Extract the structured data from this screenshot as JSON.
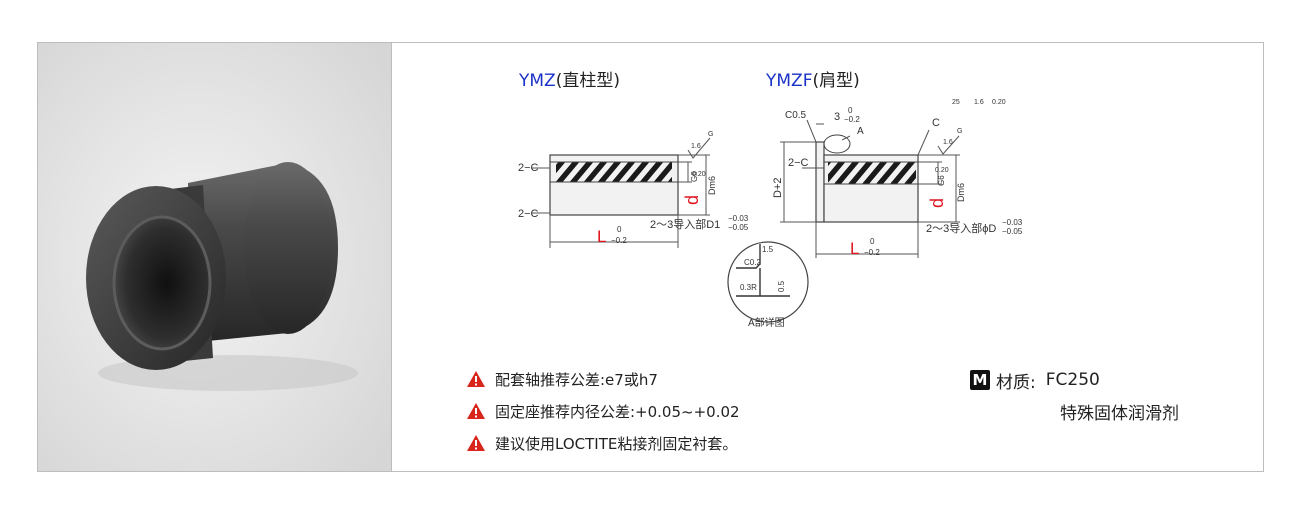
{
  "diagrams": {
    "ymz": {
      "code": "YMZ",
      "type_label": "(直柱型)"
    },
    "ymzf": {
      "code": "YMZF",
      "type_label": "(肩型)"
    }
  },
  "drawing_labels": {
    "chamfer_2c": "2−C",
    "length_L": "L",
    "tol_upper_zero": "0",
    "tol_minus_02": "−0.2",
    "lead_in_d1": "2～3导入部D1",
    "lead_in_phid": "2～3导入部ϕD",
    "tol_minus_003": "−0.03",
    "tol_minus_005": "−0.05",
    "bore_d": "d",
    "d_g6": "G6",
    "outer_dm6": "Dm6",
    "flange_dplus2": "D+2",
    "c05": "C0.5",
    "c": "C",
    "three": "3",
    "a": "A",
    "roughness_16": "1.6",
    "roughness_g": "G",
    "roughness_020": "0.20",
    "roughness_25": "25",
    "detail_c02": "C0.2",
    "detail_03r": "0.3R",
    "detail_15": "1.5",
    "detail_05": "0.5",
    "detail_caption": "A部详图"
  },
  "notes": [
    "配套轴推荐公差:e7或h7",
    "固定座推荐内径公差:+0.05~+0.02",
    "建议使用LOCTITE粘接剂固定衬套。"
  ],
  "material": {
    "badge": "M",
    "label": "材质:",
    "value_line1": "FC250",
    "value_line2": "特殊固体润滑剂"
  },
  "colors": {
    "code_blue": "#1a32c8",
    "dimension_red": "#e0141e",
    "warning_red": "#d9261c",
    "border_gray": "#bdbdbd"
  }
}
